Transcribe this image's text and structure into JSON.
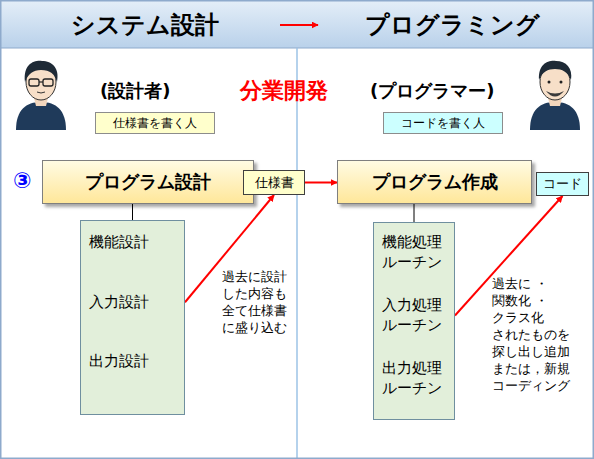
{
  "diagram": {
    "nodes": [
      {
        "text": [
          "システム設計"
        ]
      },
      {
        "text": [
          "プログラミング"
        ]
      },
      {
        "text": [
          "仕様書を書く人"
        ]
      },
      {
        "text": [
          "コードを書く人"
        ]
      },
      {
        "text": [
          "プログラム設計"
        ]
      },
      {
        "text": [
          "仕様書"
        ]
      },
      {
        "text": [
          "プログラム作成"
        ]
      },
      {
        "text": [
          "コード"
        ]
      },
      {
        "text": [
          "機能設計",
          "入力設計",
          "出力設計"
        ]
      },
      {
        "text": [
          "機能処理ルーチン",
          "入力処理ルーチン",
          "出力処理ルーチン"
        ]
      }
    ],
    "edges": [
      {
        "from": 0,
        "to": 1,
        "arrow": "to"
      },
      {
        "from": 5,
        "to": 6,
        "arrow": "to"
      },
      {
        "from": 4,
        "to": 8,
        "arrow": "none"
      },
      {
        "from": 6,
        "to": 9,
        "arrow": "none"
      },
      {
        "from": 8,
        "to": 5,
        "arrow": "to"
      },
      {
        "from": 9,
        "to": 7,
        "arrow": "to"
      }
    ],
    "labels": [
      "分業開発",
      "(設計者)",
      "(プログラマー)",
      "③",
      "過去に設計した内容も全て仕様書に盛り込む",
      "過去に ・関数化 ・クラス化 されたものを 探し出し追加 または，新規 コーディング"
    ]
  }
}
